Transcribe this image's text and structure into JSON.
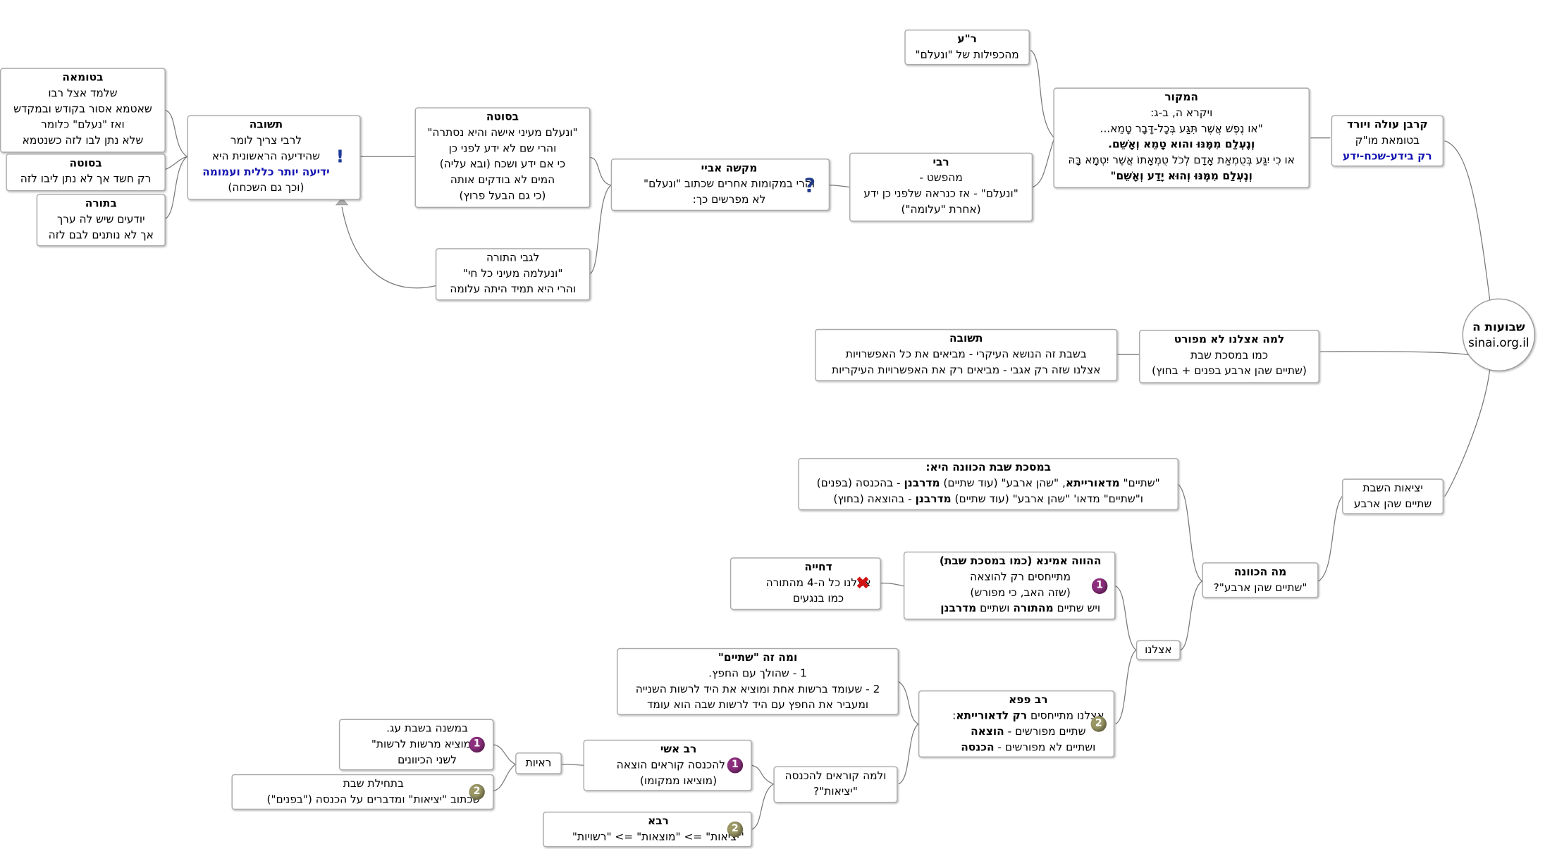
{
  "root": {
    "title": "שבועות ה",
    "site": "sinai.org.il"
  },
  "n_korban": {
    "title": "קרבן עולה ויורד",
    "l2": "בטומאת מו\"ק",
    "l3": "רק בידע-שכח-ידע"
  },
  "n_source": {
    "title": "המקור",
    "l2": "ויקרא ה, ב-ג:",
    "l3": "\"או נֶפֶשׁ אֲשֶׁר תִּגַּע בְּכָל-דָּבָר טָמֵא...",
    "l4": "וְנֶעְלַם מִמֶּנּוּ  והוא טָמֵא וְאָשֵׁם.",
    "l5": "או כִי יִגַּע בְּטֻמְאַת אָדָם לְכֹל טֻמְאָתוֹ אֲשֶׁר יִטְמָא בָּהּ",
    "l6": "וְנֶעְלַם מִמֶּנּוּ וְהוּא יָדַע וְאָשֵׁם\""
  },
  "n_ra": {
    "title": "ר\"ע",
    "l2": "מהכפילות של \"ונעלם\""
  },
  "n_rabbi": {
    "title": "רבי",
    "l2": "מהפשט -",
    "l3": "\"ונעלם\" -  אז כנראה שלפני כן ידע",
    "l4": "(אחרת \"עלומה\")"
  },
  "n_abaye": {
    "title": "מקשה אביי",
    "l2": "והרי במקומות אחרים שכתוב \"ונעלם\"",
    "l3": "לא מפרשים כך:"
  },
  "n_sotah1": {
    "title": "בסוטה",
    "l2": "\"ונעלם מעיני אישה והיא נסתרה\"",
    "l3": "והרי שם לא ידע לפני כן",
    "l4": "כי אם ידע ושכח (ובא עליה)",
    "l5": "המים לא בודקים אותה",
    "l6": "(כי גם הבעל פרוץ)"
  },
  "n_torah1": {
    "title": "לגבי התורה",
    "l2": "\"ונעלמה מעיני כל חי\"",
    "l3": "והרי היא תמיד היתה עלומה"
  },
  "n_answer1": {
    "title": "תשובה",
    "l2": "לרבי צריך לומר",
    "l3": "שהידיעה הראשונית היא",
    "l4": "ידיעה יותר כללית ועמומה",
    "l5": "(וכך גם השכחה)"
  },
  "n_tumah": {
    "title": "בטומאה",
    "l2": "שלמד אצל רבו",
    "l3": "שאטמא אסור בקודש ובמקדש",
    "l4": "ואז \"נעלם\" כלומר",
    "l5": "שלא נתן לבו לזה כשנטמא"
  },
  "n_sotah2": {
    "title": "בסוטה",
    "l2": "רק חשד אך לא נתן ליבו לזה"
  },
  "n_torah2": {
    "title": "בתורה",
    "l2": "יודעים שיש לה ערך",
    "l3": "אך לא נותנים לבם לזה"
  },
  "n_why": {
    "title": "למה אצלנו לא מפורט",
    "l2": "כמו במסכת שבת",
    "l3": "(שתיים שהן ארבע בפנים + בחוץ)"
  },
  "n_answer2": {
    "title": "תשובה",
    "l2": "בשבת זה הנושא העיקרי - מביאים את כל האפשרויות",
    "l3": "אצלנו שזה רק אגבי - מביאים רק את האפשרויות העיקריות"
  },
  "n_yetziot": {
    "l1": "יציאות השבת",
    "l2": "שתיים שהן ארבע"
  },
  "n_shabbat": {
    "title": "במסכת שבת הכוונה היא:",
    "l2a": "\"שתיים\" ",
    "l2b": "מדאורייתא",
    "l2c": ", \"שהן ארבע\" (עוד שתיים) ",
    "l2d": "מדרבנן",
    "l2e": "  - בהכנסה (בפנים)",
    "l3a": "ו\"שתיים\" מדאו' \"שהן ארבע\" (עוד שתיים) ",
    "l3b": "מדרבנן",
    "l3c": "  - בהוצאה (בחוץ)"
  },
  "n_meaning": {
    "title": "מה הכוונה",
    "l2": "\"שתיים שהן ארבע\"?"
  },
  "n_etzlenu": {
    "l1": "אצלנו"
  },
  "n_havaah": {
    "title": "ההווה אמינא  (כמו במסכת שבת)",
    "l2": "מתייחסים רק להוצאה",
    "l3": "(שזה האב, כי מפורש)",
    "l4a": "ויש שתיים ",
    "l4b": "מהתורה",
    "l4c": "  ושתיים ",
    "l4d": "מדרבנן",
    "badge": "1"
  },
  "n_dachiya": {
    "title": "דחייה",
    "l2": "אצלנו כל ה-4 מהתורה",
    "l3": "כמו בנגעים"
  },
  "n_rav_papa": {
    "title": "רב פפא",
    "l2a": "אצלנו מתייחסים ",
    "l2b": "רק לדאורייתא",
    "l2c": ":",
    "l3a": "שתיים מפורשים - ",
    "l3b": "הוצאה",
    "l4a": "ושתיים לא מפורשים - ",
    "l4b": "הכנסה",
    "badge": "2"
  },
  "n_shtayim": {
    "title": "ומה זה \"שתיים\"",
    "l2": "1 - שהולך עם החפץ.",
    "l3": "2 - שעומד ברשות אחת ומוציא את היד לרשות השנייה",
    "l4": "ומעביר את החפץ עם היד לרשות שבה הוא עומד"
  },
  "n_hachnasa": {
    "l1": "ולמה קוראים להכנסה",
    "l2": "\"יציאות\"?"
  },
  "n_rav_ashi": {
    "title": "רב אשי",
    "l2": "גם להכנסה קוראים הוצאה",
    "l3": "(מוציאו ממקומו)",
    "badge": "1"
  },
  "n_rava": {
    "title": "רבא",
    "l2": "\"יציאות\" => \"מוצאות\" => \"רשויות\"",
    "badge": "2"
  },
  "n_raayot": {
    "l1": "ראיות"
  },
  "n_mishna": {
    "l1": "במשנה בשבת עג.",
    "l2": "\"המוציא מרשות לרשות\"",
    "l3": "לשני הכיוונים",
    "badge": "1"
  },
  "n_tchilat": {
    "l1": "בתחילת שבת",
    "l2": "שכתוב \"יציאות\" ומדברים על הכנסה (\"בפנים\")",
    "badge": "2"
  },
  "colors": {
    "link": "#7a7a7a",
    "blue_text": "#1515b0",
    "badge_1": "#8c2f7e",
    "badge_2": "#9b9866",
    "question_icon": "#243c8a",
    "reject_icon": "#d21414"
  },
  "icons": {
    "question": "question-mark-icon",
    "exclamation": "exclamation-icon",
    "reject": "cross-icon",
    "priority_1": "priority-1-icon",
    "priority_2": "priority-2-icon"
  }
}
